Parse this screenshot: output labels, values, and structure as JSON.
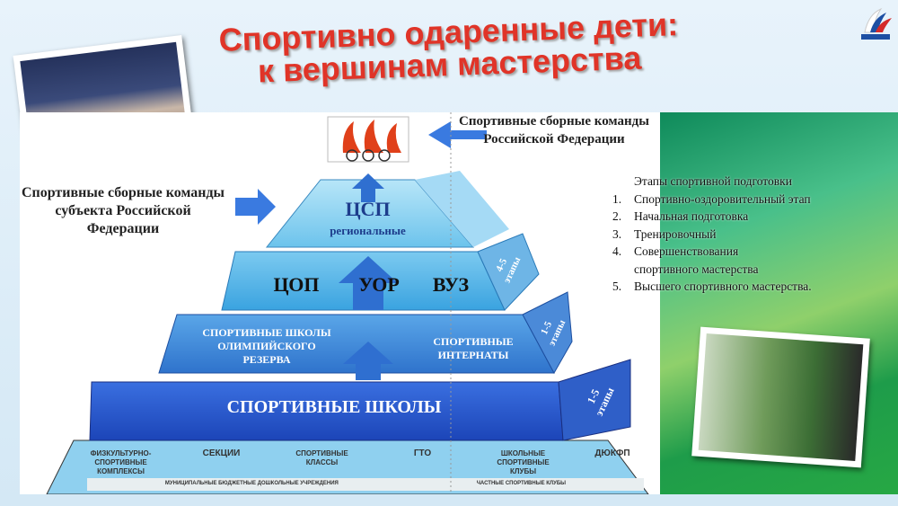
{
  "title": {
    "line1": "Спортивно одаренные дети:",
    "line2": "к вершинам мастерства"
  },
  "pyramid": {
    "top_label": "Спортивные сборные команды Российской Федерации",
    "left_label": "Спортивные сборные команды субъекта Российской Федерации",
    "csp": "ЦСП",
    "csp_sub": "региональные",
    "level3": [
      "ЦОП",
      "УОР",
      "ВУЗ"
    ],
    "level2_left": "СПОРТИВНЫЕ ШКОЛЫ ОЛИМПИЙСКОГО РЕЗЕРВА",
    "level2_right": "СПОРТИВНЫЕ ИНТЕРНАТЫ",
    "level1": "СПОРТИВНЫЕ ШКОЛЫ",
    "stage_tags": [
      "4-5 этапы",
      "1-5 этапы",
      "1-5 этапы"
    ],
    "base": [
      "ФИЗКУЛЬТУРНО-СПОРТИВНЫЕ КОМПЛЕКСЫ",
      "СЕКЦИИ",
      "СПОРТИВНЫЕ КЛАССЫ",
      "ГТО",
      "ШКОЛЬНЫЕ СПОРТИВНЫЕ КЛУБЫ",
      "ДЮКФП"
    ],
    "footer": [
      "МУНИЦИПАЛЬНЫЕ БЮДЖЕТНЫЕ ДОШКОЛЬНЫЕ УЧРЕЖДЕНИЯ",
      "ЧАСТНЫЕ СПОРТИВНЫЕ КЛУБЫ"
    ]
  },
  "stages": {
    "heading": "Этапы спортивной подготовки",
    "items": [
      {
        "n": "1.",
        "t": "Спортивно-оздоровительный этап"
      },
      {
        "n": "2.",
        "t": "Начальная подготовка"
      },
      {
        "n": "3.",
        "t": "Тренировочный"
      },
      {
        "n": "4.",
        "t": "Совершенствования"
      },
      {
        "n": "",
        "t": "спортивного мастерства"
      },
      {
        "n": "5.",
        "t": "Высшего спортивного мастерства."
      }
    ]
  }
}
